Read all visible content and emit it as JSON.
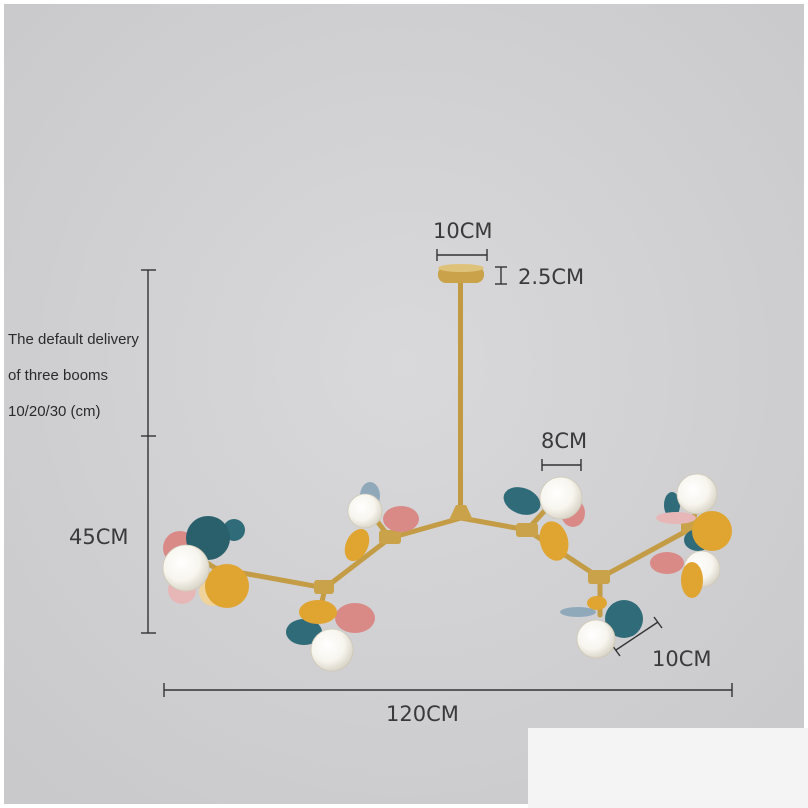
{
  "product": "Multicolor branch chandelier dimension diagram",
  "dims": {
    "canopy_diameter": "10CM",
    "canopy_height": "2.5CM",
    "globe_diameter": "8CM",
    "leaf_diameter": "10CM",
    "height": "45CM",
    "width": "120CM"
  },
  "note": {
    "line1": "The default delivery",
    "line2": "of three booms",
    "line3": "10/20/30 (cm)"
  },
  "colors": {
    "background": "#d1d1d3",
    "brass": "#c9a24a",
    "teal": "#2f6b78",
    "pink": "#d98a86",
    "mustard": "#e0a430",
    "powder_blue": "#8fa9bb",
    "light_pink": "#e7b7b7",
    "glass": "#f7f5ee"
  }
}
